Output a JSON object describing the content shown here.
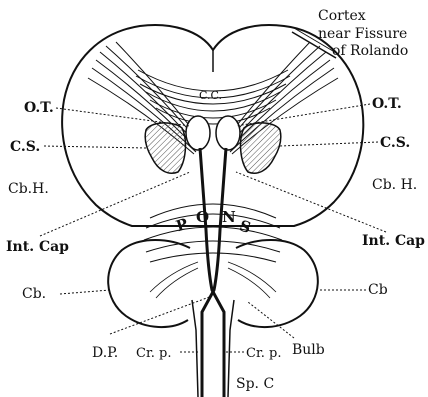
{
  "diagram": {
    "labels": {
      "cortex": "Cortex",
      "near_fissure": "near Fissure",
      "of_rolando": "of Rolando",
      "cc": "C.C.",
      "ot_left": "O.T.",
      "ot_right": "O.T.",
      "cs_left": "C.S.",
      "cs_right": "C.S.",
      "cbh_left": "Cb.H.",
      "cbh_right": "Cb. H.",
      "intcap_left": "Int. Cap",
      "intcap_right": "Int. Cap",
      "pons": [
        "P",
        "O",
        "N",
        "S"
      ],
      "cb_left": "Cb.",
      "cb_right": "Cb",
      "dp": "D.P.",
      "crp_left": "Cr. p.",
      "crp_right": "Cr. p.",
      "bulb": "Bulb",
      "spc": "Sp. C"
    }
  }
}
